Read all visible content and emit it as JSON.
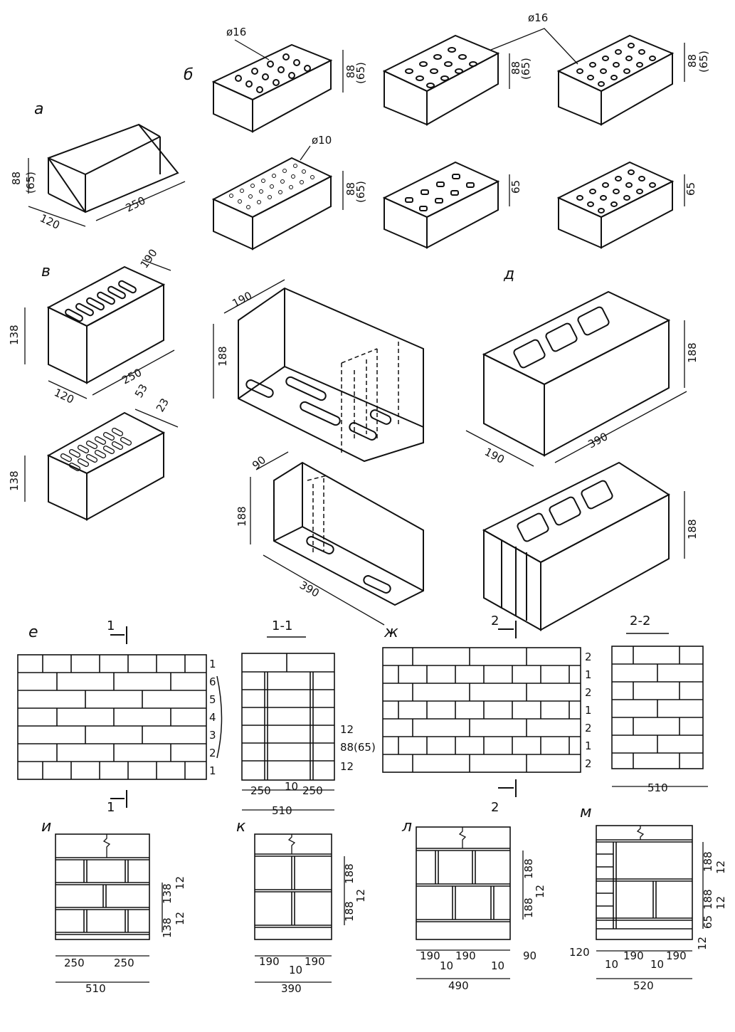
{
  "panel_labels": {
    "a": "а",
    "b": "б",
    "v": "в",
    "d": "д",
    "e": "е",
    "zh": "ж",
    "i": "и",
    "k": "к",
    "l": "л",
    "m": "м"
  },
  "brick_a": {
    "height": "88",
    "height_alt": "(65)",
    "width": "120",
    "length": "250"
  },
  "perforated": {
    "dia16": "ø16",
    "dia16_b": "ø16",
    "dia10": "ø10",
    "h1": "88",
    "h1_alt": "(65)",
    "h2": "88",
    "h2_alt": "(65)",
    "h3": "88",
    "h3_alt": "(65)",
    "h4": "88",
    "h4_alt": "(65)",
    "h5": "65",
    "h6": "65"
  },
  "stone_v": {
    "height": "138",
    "top": "190",
    "width": "120",
    "length": "250",
    "h2": "138",
    "slot1": "53",
    "slot2": "23"
  },
  "hollow_block": {
    "w": "190",
    "h": "188",
    "h2": "188",
    "w2": "90",
    "len": "390"
  },
  "concrete_block": {
    "h": "188",
    "w": "190",
    "len": "390",
    "h2": "188"
  },
  "wall_e": {
    "section_mark": "1",
    "courses": [
      "1",
      "6",
      "5",
      "4",
      "3",
      "2",
      "1"
    ]
  },
  "sec_1_1": {
    "title": "1-1",
    "joint_top": "12",
    "course": "88",
    "course_alt": "(65)",
    "joint_bot": "12",
    "left": "250",
    "gap": "10",
    "right": "250",
    "total": "510"
  },
  "wall_zh": {
    "section_mark": "2",
    "courses": [
      "2",
      "1",
      "2",
      "1",
      "2",
      "1",
      "2"
    ]
  },
  "sec_2_2": {
    "title": "2-2",
    "total": "510"
  },
  "wall_i": {
    "j1": "12",
    "c1": "138",
    "c2": "138",
    "j2": "12",
    "left": "250",
    "right": "250",
    "total": "510"
  },
  "wall_k": {
    "c1": "188",
    "c2": "188",
    "j": "12",
    "left": "190",
    "gap": "10",
    "right": "190",
    "total": "390"
  },
  "wall_l": {
    "c1": "188",
    "c2": "188",
    "j": "12",
    "a": "190",
    "g1": "10",
    "b": "190",
    "g2": "10",
    "c": "90",
    "total": "490"
  },
  "wall_m": {
    "c1": "188",
    "j1": "12",
    "c2": "188",
    "j2": "12",
    "c3": "65",
    "j3": "12",
    "edge": "120",
    "g1": "10",
    "a": "190",
    "g2": "10",
    "b": "190",
    "total": "520"
  }
}
